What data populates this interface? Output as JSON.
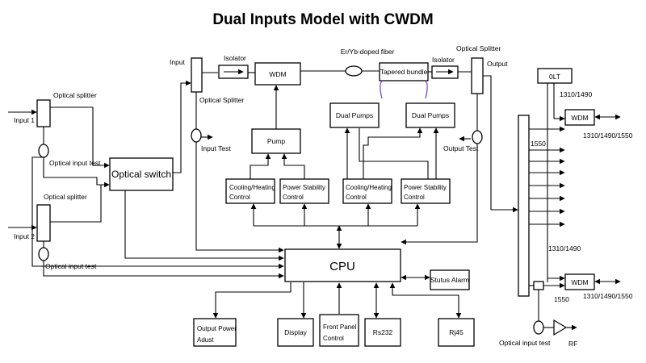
{
  "title": "Dual Inputs Model with CWDM",
  "labels": {
    "input1": "Input 1",
    "input2": "Input 2",
    "optical_splitter_1": "Optical splitter",
    "optical_splitter_2": "Optical splitter",
    "optical_input_test_1": "Optical input test",
    "optical_input_test_2": "Optical input test",
    "optical_switch": "Optical switch",
    "input": "Input",
    "optical_splitter_main": "Optical Splitter",
    "input_test": "Input Test",
    "isolator_1": "Isolator",
    "wdm_main": "WDM",
    "fiber": "Er/Yb-doped fiber",
    "tapered_bundle": "Tapered bundle",
    "isolator_2": "Isolator",
    "optical_splitter_out": "Optical Splitter",
    "output": "Output",
    "output_test": "Output Test",
    "pump": "Pump",
    "dual_pumps_1": "Dual Pumps",
    "dual_pumps_2": "Dual Pumps",
    "cooling_1": [
      "Cooling/Heating",
      "Control"
    ],
    "power_1": [
      "Power Stability",
      "Control"
    ],
    "cooling_2": [
      "Cooling/Heating",
      "Control"
    ],
    "power_2": [
      "Power Stability",
      "Control"
    ],
    "cpu": "CPU",
    "status_alarm": "Stutus Alarm",
    "output_power": [
      "Output Power",
      "Adust"
    ],
    "display": "Display",
    "front_panel": [
      "Front Panel",
      "Control"
    ],
    "rs232": "Rs232",
    "rj45": "Rj45",
    "olt": "0LT",
    "wl_1310_1490_top": "1310/1490",
    "wdm_top": "WDM",
    "wl_triple_top": "1310/1490/1550",
    "wl_1550_top": "1550",
    "wl_1310_1490_bottom": "1310/1490",
    "wdm_bottom": "WDM",
    "wl_triple_bottom": "1310/1490/1550",
    "wl_1550_bottom": "1550",
    "optical_input_test_right": "Optical input test",
    "rf": "RF"
  }
}
